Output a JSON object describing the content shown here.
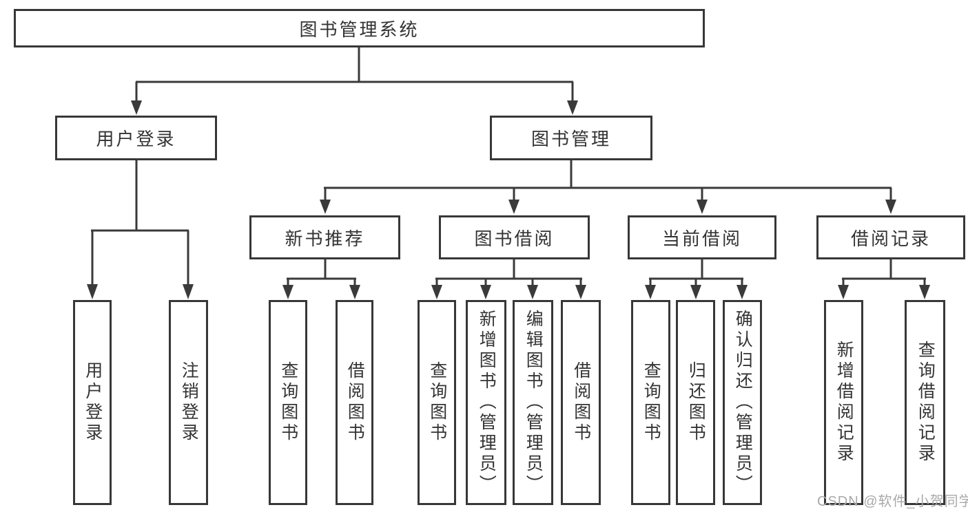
{
  "tree": {
    "label": "图书管理系统",
    "children": [
      {
        "label": "用户登录",
        "children": [
          {
            "label": "用户登录"
          },
          {
            "label": "注销登录"
          }
        ]
      },
      {
        "label": "图书管理",
        "children": [
          {
            "label": "新书推荐",
            "children": [
              {
                "label": "查询图书"
              },
              {
                "label": "借阅图书"
              }
            ]
          },
          {
            "label": "图书借阅",
            "children": [
              {
                "label": "查询图书"
              },
              {
                "label": "新增图书（管理员）"
              },
              {
                "label": "编辑图书（管理员）"
              },
              {
                "label": "借阅图书"
              }
            ]
          },
          {
            "label": "当前借阅",
            "children": [
              {
                "label": "查询图书"
              },
              {
                "label": "归还图书"
              },
              {
                "label": "确认归还（管理员）"
              }
            ]
          },
          {
            "label": "借阅记录",
            "children": [
              {
                "label": "新增借阅记录"
              },
              {
                "label": "查询借阅记录"
              }
            ]
          }
        ]
      }
    ]
  },
  "watermark": "CSDN @软件_小贺同学",
  "colors": {
    "line": "#3a3a3a",
    "border": "#373737",
    "text": "#333333",
    "watermark_text": "#a9a9a9",
    "background": "#ffffff"
  }
}
